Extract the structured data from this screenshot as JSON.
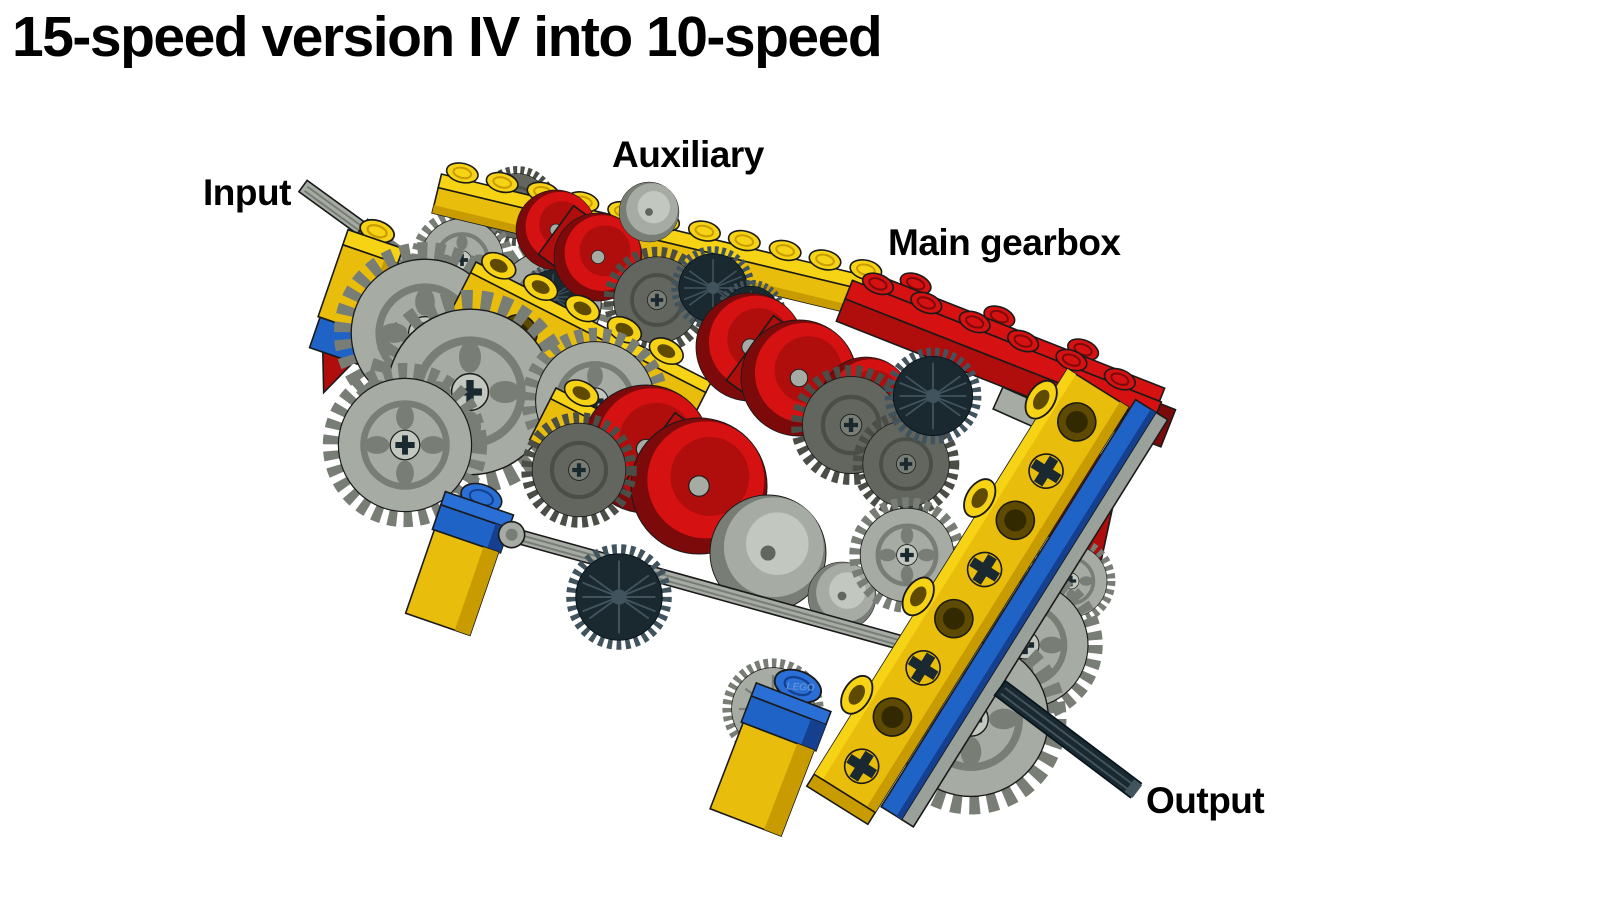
{
  "title": {
    "text": "15-speed version IV into 10-speed"
  },
  "labels": {
    "input": {
      "text": "Input"
    },
    "auxiliary": {
      "text": "Auxiliary"
    },
    "main_gearbox": {
      "text": "Main gearbox"
    },
    "output": {
      "text": "Output"
    }
  },
  "figure": {
    "type": "lego-technic-gearbox-3d-render",
    "stud_brand": "LEGO",
    "colors": {
      "background": "#FFFFFF",
      "text": "#000000",
      "outline": "#1A1A1A",
      "yellow_bright": "#F6D314",
      "yellow_mid": "#E9BD0C",
      "yellow_dark": "#C89C00",
      "red_bright": "#D61111",
      "red_mid": "#B00D0D",
      "red_dark": "#7C0A0A",
      "blue_bright": "#2A6FD6",
      "blue_mid": "#1F63C6",
      "blue_dark": "#15408F",
      "gray_light": "#A6ACA4",
      "gray_highlight": "#C2C8BF",
      "gray_shade": "#787E76",
      "gray_dark": "#62665F",
      "navy": "#1A2930",
      "navy_highlight": "#41545E"
    }
  }
}
